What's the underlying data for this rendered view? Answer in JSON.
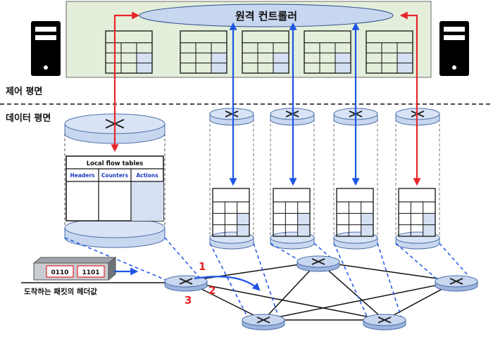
{
  "controller": {
    "label": "원격 컨트롤러"
  },
  "planes": {
    "control": "제어 평면",
    "data": "데이터 평면"
  },
  "flow_table": {
    "title": "Local flow tables",
    "columns": [
      "Headers",
      "Counters",
      "Actions"
    ]
  },
  "packet": {
    "bits": [
      "0110",
      "1101"
    ],
    "caption": "도착하는 패킷의 헤더값"
  },
  "steps": [
    "1",
    "2",
    "3"
  ],
  "colors": {
    "control_bg": "#e3efda",
    "link_red": "#e8262a",
    "link_blue": "#1d55e6",
    "router_fill": "#c8d7f0",
    "table_accent": "#d6e0f3",
    "header_text": "#1c3bbf"
  }
}
